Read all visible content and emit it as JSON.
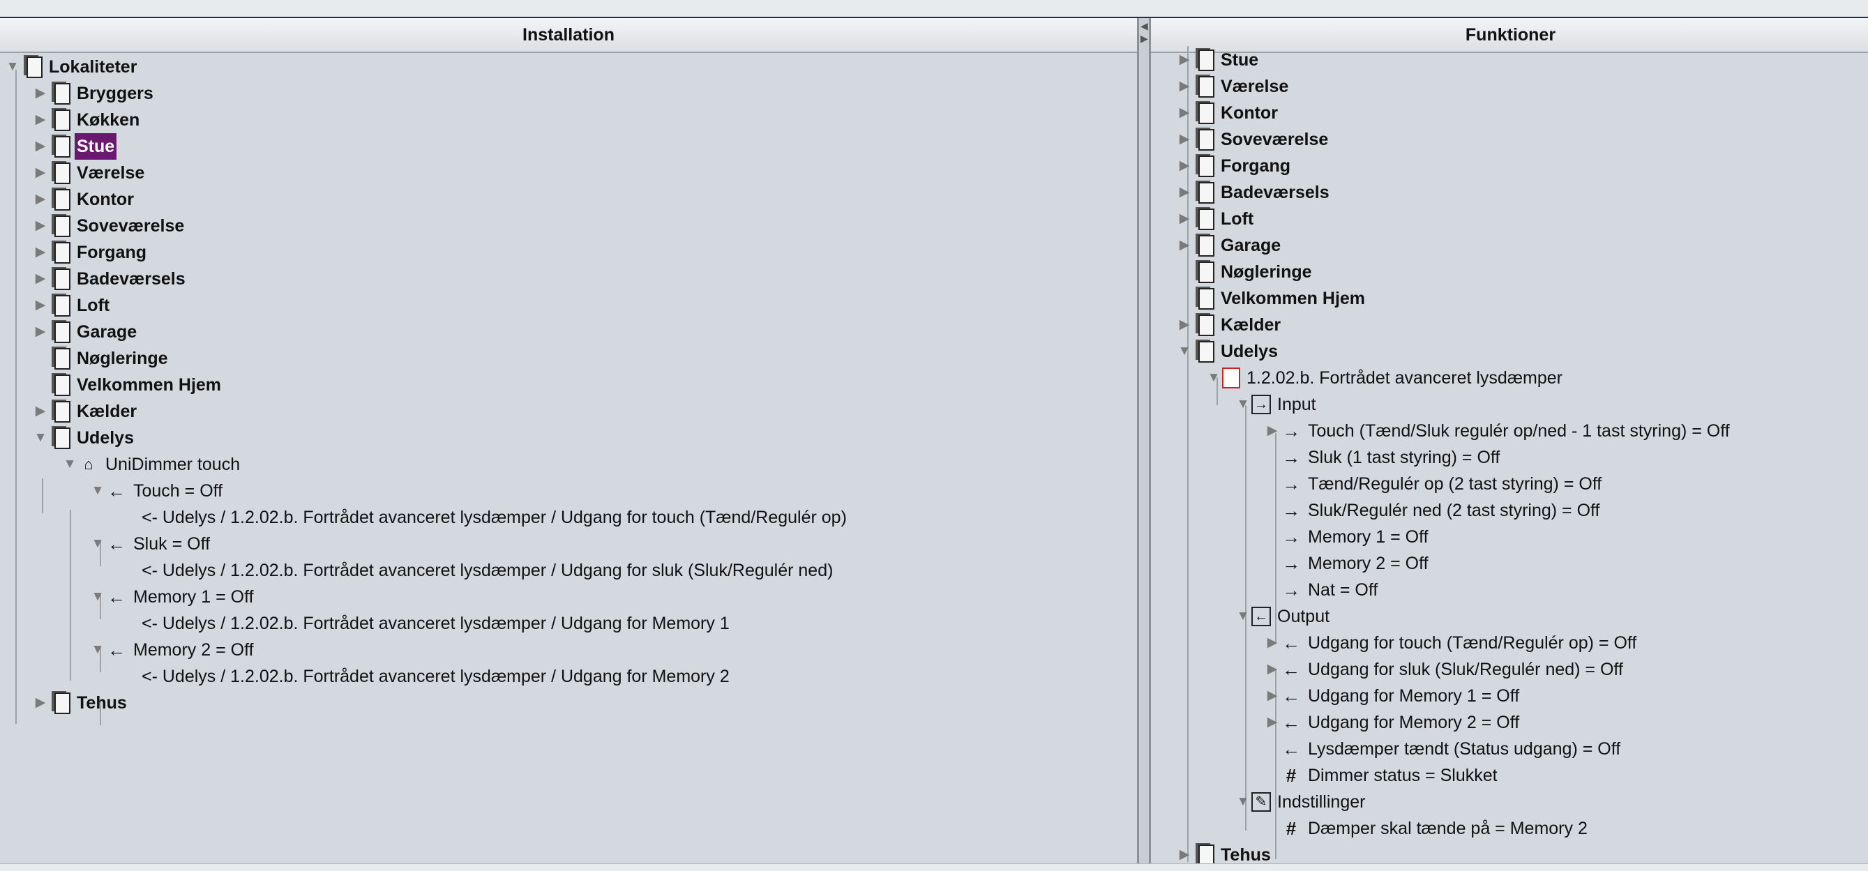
{
  "left": {
    "title": "Installation",
    "root": "Lokaliteter",
    "items": [
      "Bryggers",
      "Køkken",
      "Stue",
      "Værelse",
      "Kontor",
      "Soveværelse",
      "Forgang",
      "Badeværsels",
      "Loft",
      "Garage",
      "Nøgleringe",
      "Velkommen Hjem",
      "Kælder",
      "Udelys"
    ],
    "device": "UniDimmer touch",
    "links": [
      {
        "label": "Touch = Off",
        "target": "<- Udelys / 1.2.02.b. Fortrådet avanceret lysdæmper / Udgang for touch (Tænd/Regulér op)"
      },
      {
        "label": "Sluk = Off",
        "target": "<- Udelys / 1.2.02.b. Fortrådet avanceret lysdæmper / Udgang for sluk (Sluk/Regulér ned)"
      },
      {
        "label": "Memory 1 = Off",
        "target": "<- Udelys / 1.2.02.b. Fortrådet avanceret lysdæmper / Udgang for Memory 1"
      },
      {
        "label": "Memory 2 = Off",
        "target": "<- Udelys / 1.2.02.b. Fortrådet avanceret lysdæmper / Udgang for Memory 2"
      }
    ],
    "last": "Tehus"
  },
  "right": {
    "title": "Funktioner",
    "items": [
      "Stue",
      "Værelse",
      "Kontor",
      "Soveværelse",
      "Forgang",
      "Badeværsels",
      "Loft",
      "Garage",
      "Nøgleringe",
      "Velkommen Hjem",
      "Kælder",
      "Udelys"
    ],
    "device": "1.2.02.b. Fortrådet avanceret lysdæmper",
    "input_label": "Input",
    "inputs": [
      "Touch (Tænd/Sluk regulér op/ned - 1 tast styring) = Off",
      "Sluk (1 tast styring) = Off",
      "Tænd/Regulér op (2 tast styring) = Off",
      "Sluk/Regulér ned (2 tast styring) = Off",
      "Memory 1 = Off",
      "Memory 2 = Off",
      "Nat = Off"
    ],
    "output_label": "Output",
    "outputs": [
      "Udgang for touch (Tænd/Regulér op) = Off",
      "Udgang for sluk (Sluk/Regulér ned) = Off",
      "Udgang for Memory 1 = Off",
      "Udgang for Memory 2 = Off",
      "Lysdæmper tændt (Status udgang) = Off",
      "Dimmer status = Slukket"
    ],
    "settings_label": "Indstillinger",
    "settings": [
      "Dæmper skal tænde på = Memory 2"
    ],
    "last": "Tehus"
  },
  "colors": {
    "selection": "#6b1870",
    "background": "#d4d9df",
    "device_border": "#d21f1f"
  },
  "icons": {
    "folder": "folder-icon",
    "arrow_in": "arrow-left-icon",
    "arrow_out": "arrow-right-icon",
    "hash": "hash-icon",
    "settings": "edit-icon",
    "device": "device-icon"
  }
}
